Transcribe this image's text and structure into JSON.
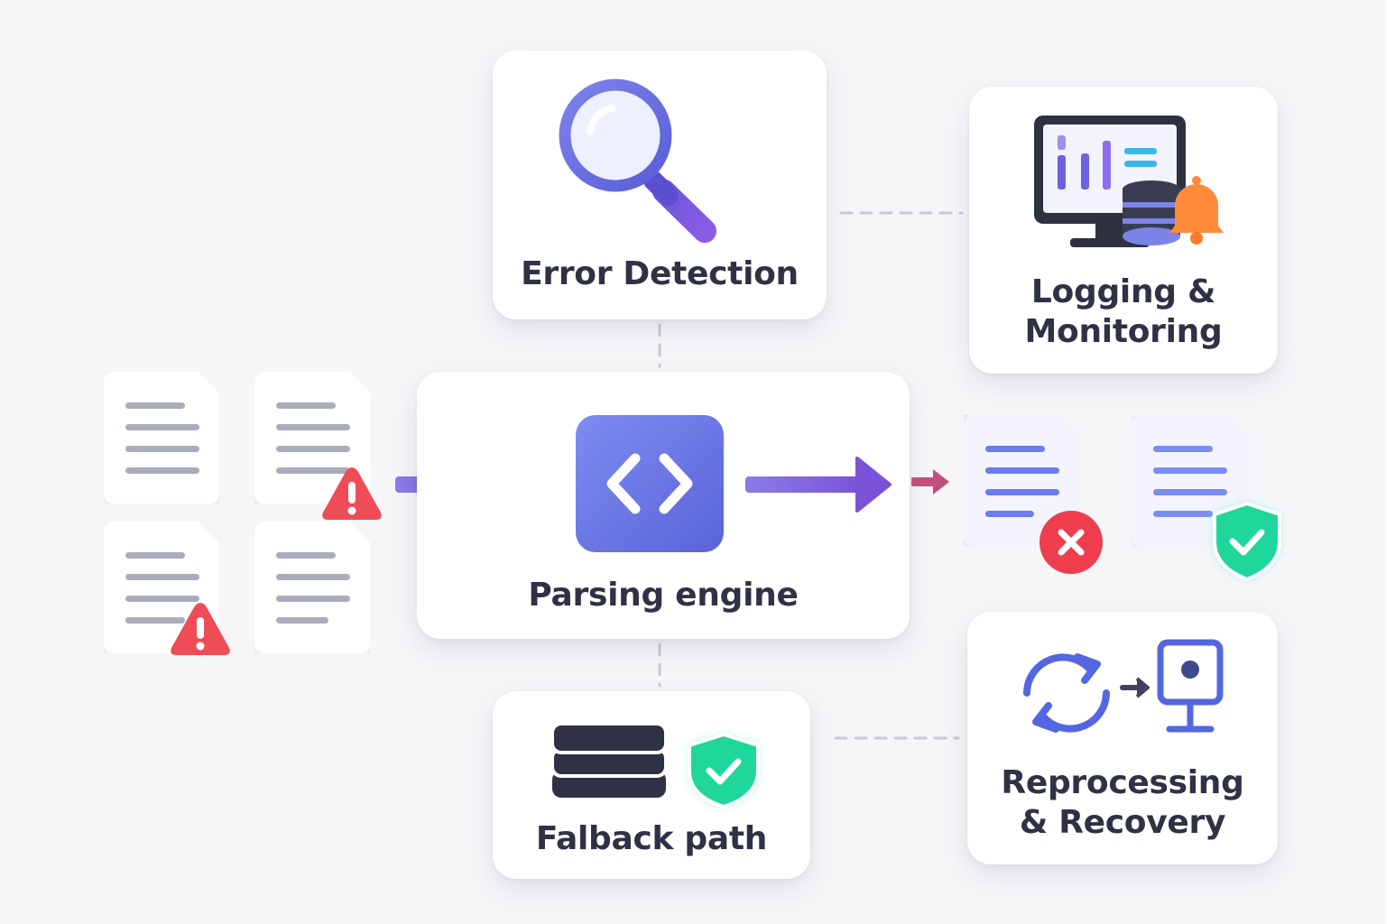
{
  "nodes": {
    "error_detection": {
      "label": "Error Detection",
      "icon": "magnifier-icon"
    },
    "logging_monitoring": {
      "label": "Logging &\nMonitoring",
      "icon": "monitor-database-bell-icon"
    },
    "parsing_engine": {
      "label": "Parsing engine",
      "icon": "code-brackets-icon"
    },
    "fallback_path": {
      "label": "Falback path",
      "icon": "stack-shield-icon"
    },
    "reprocessing_recovery": {
      "label": "Reprocessing\n& Recovery",
      "icon": "refresh-terminal-icon"
    }
  },
  "input_documents": [
    {
      "warning": false
    },
    {
      "warning": true
    },
    {
      "warning": true
    },
    {
      "warning": false
    }
  ],
  "outputs": [
    {
      "status": "failed",
      "icon": "x-circle-icon"
    },
    {
      "status": "success",
      "icon": "check-shield-icon"
    }
  ],
  "colors": {
    "accent": "#6f63e0",
    "warning": "#ee4d57",
    "success": "#20d69a",
    "error": "#ee3d4d",
    "bell": "#ff8a3a"
  }
}
